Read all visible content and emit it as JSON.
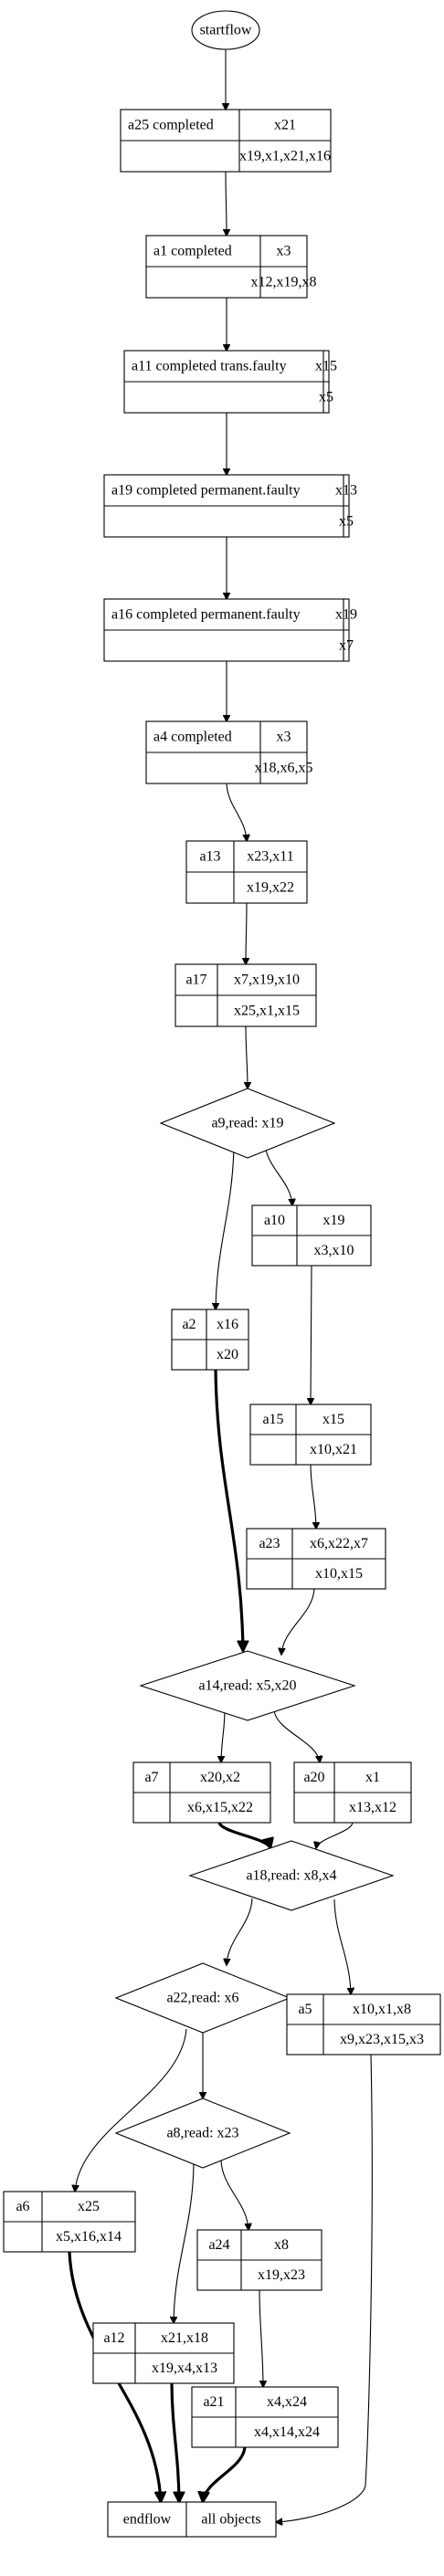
{
  "nodes": {
    "startflow": {
      "label": "startflow"
    },
    "a25": {
      "name": "a25 completed",
      "writes": "x21",
      "reads": "x19,x1,x21,x16"
    },
    "a1": {
      "name": "a1 completed",
      "writes": "x3",
      "reads": "x12,x19,x8"
    },
    "a11": {
      "name": "a11 completed trans.faulty",
      "writes": "x15",
      "reads": "x5"
    },
    "a19": {
      "name": "a19 completed permanent.faulty",
      "writes": "x13",
      "reads": "x5"
    },
    "a16": {
      "name": "a16 completed permanent.faulty",
      "writes": "x19",
      "reads": "x7"
    },
    "a4": {
      "name": "a4 completed",
      "writes": "x3",
      "reads": "x18,x6,x5"
    },
    "a13": {
      "name": "a13",
      "writes": "x23,x11",
      "reads": "x19,x22"
    },
    "a17": {
      "name": "a17",
      "writes": "x7,x19,x10",
      "reads": "x25,x1,x15"
    },
    "a9": {
      "label": "a9,read: x19"
    },
    "a10": {
      "name": "a10",
      "writes": "x19",
      "reads": "x3,x10"
    },
    "a2": {
      "name": "a2",
      "writes": "x16",
      "reads": "x20"
    },
    "a15": {
      "name": "a15",
      "writes": "x15",
      "reads": "x10,x21"
    },
    "a23": {
      "name": "a23",
      "writes": "x6,x22,x7",
      "reads": "x10,x15"
    },
    "a14": {
      "label": "a14,read: x5,x20"
    },
    "a7": {
      "name": "a7",
      "writes": "x20,x2",
      "reads": "x6,x15,x22"
    },
    "a20": {
      "name": "a20",
      "writes": "x1",
      "reads": "x13,x12"
    },
    "a18": {
      "label": "a18,read: x8,x4"
    },
    "a22": {
      "label": "a22,read: x6"
    },
    "a5": {
      "name": "a5",
      "writes": "x10,x1,x8",
      "reads": "x9,x23,x15,x3"
    },
    "a8": {
      "label": "a8,read: x23"
    },
    "a6": {
      "name": "a6",
      "writes": "x25",
      "reads": "x5,x16,x14"
    },
    "a24": {
      "name": "a24",
      "writes": "x8",
      "reads": "x19,x23"
    },
    "a12": {
      "name": "a12",
      "writes": "x21,x18",
      "reads": "x19,x4,x13"
    },
    "a21": {
      "name": "a21",
      "writes": "x4,x24",
      "reads": "x4,x14,x24"
    },
    "endflow": {
      "left": "endflow",
      "right": "all objects"
    }
  },
  "edges": [
    {
      "from": "startflow",
      "to": "a25",
      "bold": false
    },
    {
      "from": "a25",
      "to": "a1",
      "bold": false
    },
    {
      "from": "a1",
      "to": "a11",
      "bold": false
    },
    {
      "from": "a11",
      "to": "a19",
      "bold": false
    },
    {
      "from": "a19",
      "to": "a16",
      "bold": false
    },
    {
      "from": "a16",
      "to": "a4",
      "bold": false
    },
    {
      "from": "a4",
      "to": "a13",
      "bold": false
    },
    {
      "from": "a13",
      "to": "a17",
      "bold": false
    },
    {
      "from": "a17",
      "to": "a9",
      "bold": false
    },
    {
      "from": "a9",
      "to": "a2",
      "bold": false
    },
    {
      "from": "a9",
      "to": "a10",
      "bold": false
    },
    {
      "from": "a10",
      "to": "a15",
      "bold": false
    },
    {
      "from": "a15",
      "to": "a23",
      "bold": false
    },
    {
      "from": "a2",
      "to": "a14",
      "bold": true
    },
    {
      "from": "a23",
      "to": "a14",
      "bold": false
    },
    {
      "from": "a14",
      "to": "a7",
      "bold": false
    },
    {
      "from": "a14",
      "to": "a20",
      "bold": false
    },
    {
      "from": "a7",
      "to": "a18",
      "bold": true
    },
    {
      "from": "a20",
      "to": "a18",
      "bold": false
    },
    {
      "from": "a18",
      "to": "a22",
      "bold": false
    },
    {
      "from": "a18",
      "to": "a5",
      "bold": false
    },
    {
      "from": "a22",
      "to": "a6",
      "bold": false
    },
    {
      "from": "a22",
      "to": "a8",
      "bold": false
    },
    {
      "from": "a8",
      "to": "a12",
      "bold": false
    },
    {
      "from": "a8",
      "to": "a24",
      "bold": false
    },
    {
      "from": "a24",
      "to": "a21",
      "bold": false
    },
    {
      "from": "a6",
      "to": "endflow",
      "bold": true
    },
    {
      "from": "a12",
      "to": "endflow",
      "bold": true
    },
    {
      "from": "a21",
      "to": "endflow",
      "bold": true
    },
    {
      "from": "a5",
      "to": "endflow",
      "bold": false
    }
  ]
}
